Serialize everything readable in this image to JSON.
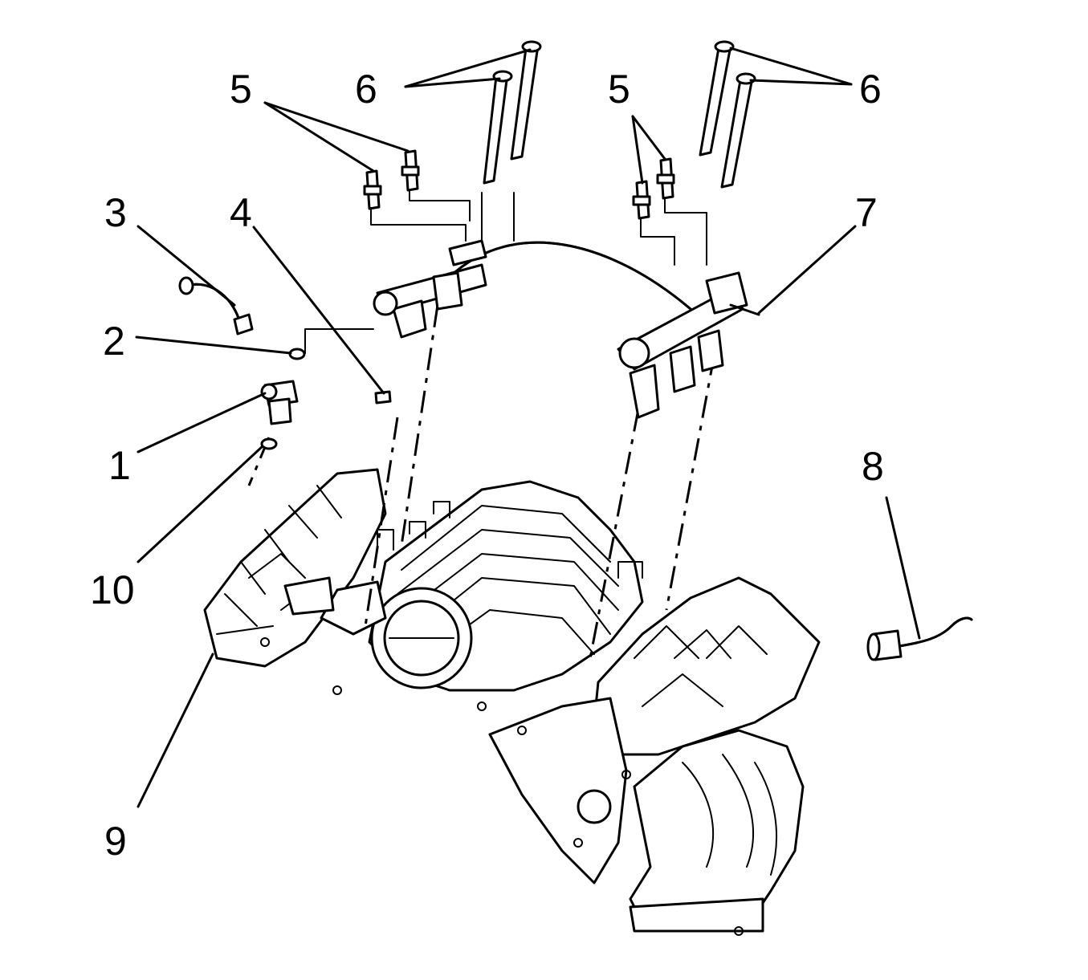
{
  "callouts": {
    "c1": "1",
    "c2": "2",
    "c3": "3",
    "c4": "4",
    "c5a": "5",
    "c5b": "5",
    "c6a": "6",
    "c6b": "6",
    "c7": "7",
    "c8": "8",
    "c9": "9",
    "c10": "10"
  },
  "parts": [
    {
      "callout": "1",
      "icon": "fuel-injector-icon"
    },
    {
      "callout": "2",
      "icon": "o-ring-seal-icon"
    },
    {
      "callout": "3",
      "icon": "fuel-feed-hose-icon"
    },
    {
      "callout": "4",
      "icon": "injector-retainer-clip-icon"
    },
    {
      "callout": "5",
      "icon": "fuel-rail-stud-icon"
    },
    {
      "callout": "6",
      "icon": "fuel-rail-bolt-icon"
    },
    {
      "callout": "7",
      "icon": "fuel-rail-assembly-icon"
    },
    {
      "callout": "8",
      "icon": "fuel-hose-icon"
    },
    {
      "callout": "9",
      "icon": "intake-manifold-icon"
    },
    {
      "callout": "10",
      "icon": "lower-o-ring-seal-icon"
    }
  ]
}
